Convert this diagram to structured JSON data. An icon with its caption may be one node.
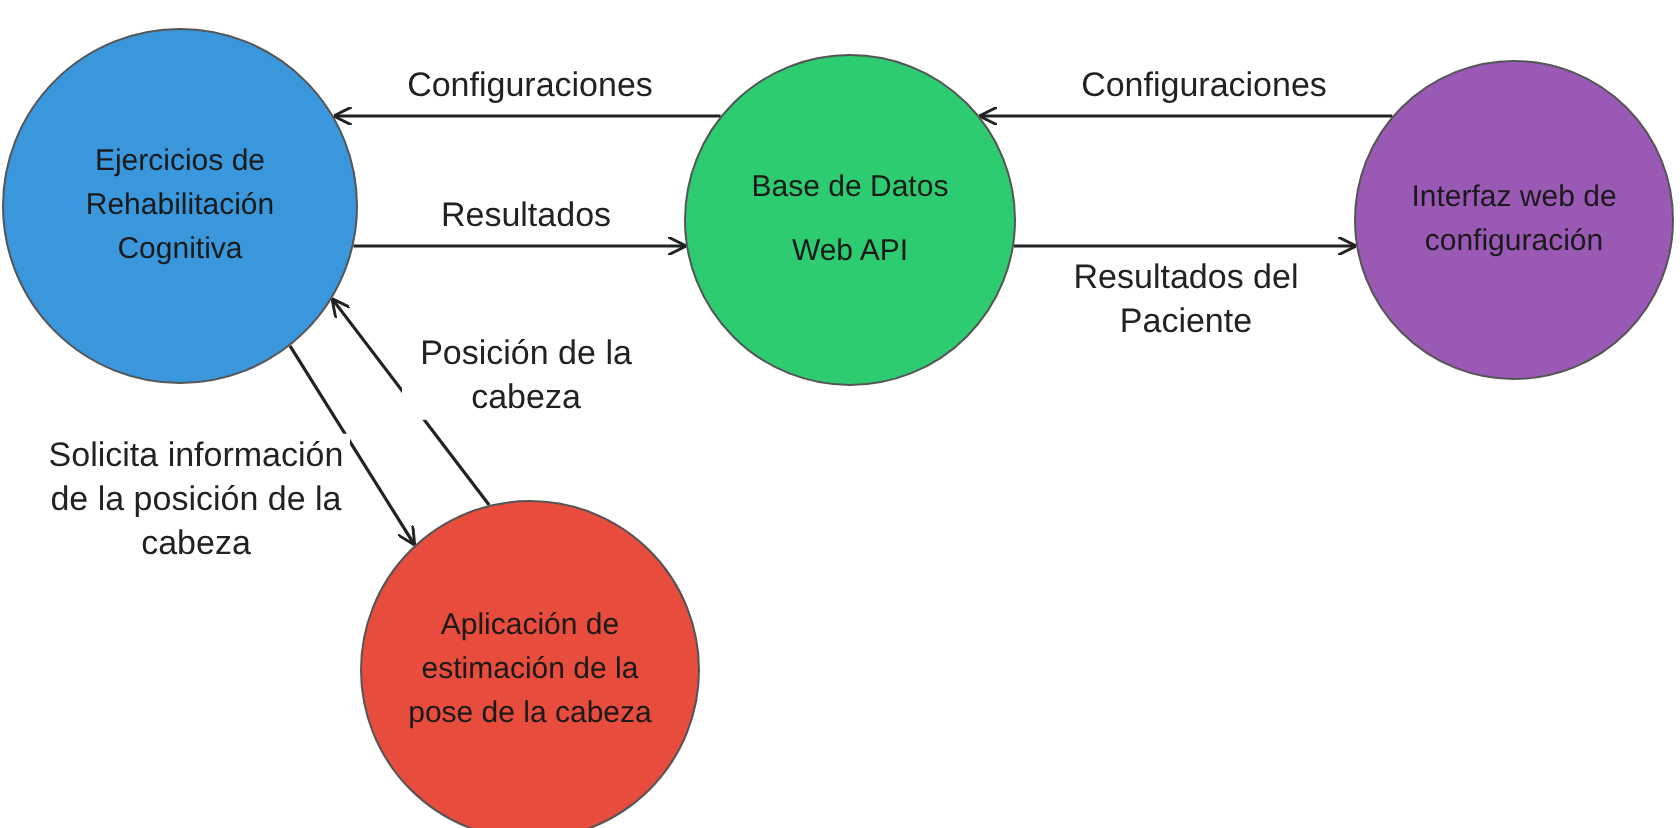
{
  "diagram": {
    "nodes": [
      {
        "text": [
          "Ejercicios de Rehabilitación Cognitiva"
        ]
      },
      {
        "text": [
          "Base de Datos",
          "Web API"
        ]
      },
      {
        "text": [
          "Interfaz web de configuración"
        ]
      },
      {
        "text": [
          "Aplicación de estimación de la pose de la cabeza"
        ]
      }
    ],
    "edges": [
      {
        "from": 1,
        "to": 0,
        "arrow": "to",
        "label": "Configuraciones"
      },
      {
        "from": 0,
        "to": 1,
        "arrow": "to",
        "label": "Resultados"
      },
      {
        "from": 2,
        "to": 1,
        "arrow": "to",
        "label": "Configuraciones"
      },
      {
        "from": 1,
        "to": 2,
        "arrow": "to",
        "label": "Resultados del Paciente"
      },
      {
        "from": 0,
        "to": 3,
        "arrow": "to",
        "label": "Solicita información de la posición de la cabeza"
      },
      {
        "from": 3,
        "to": 0,
        "arrow": "to",
        "label": "Posición de la cabeza"
      }
    ]
  }
}
